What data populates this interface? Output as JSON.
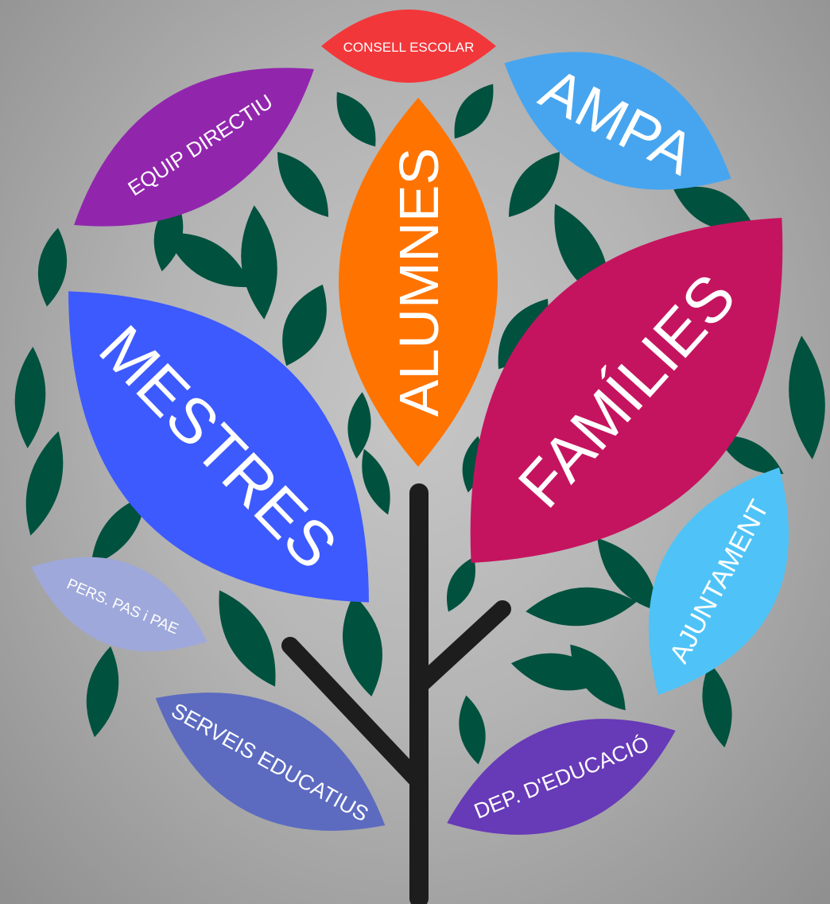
{
  "colors": {
    "small_leaf": "#00513e",
    "trunk": "#1d1d1d",
    "consell_escolar": "#f2373a",
    "equip_directiu": "#9126ad",
    "ampa": "#47a5ef",
    "alumnes": "#ff7300",
    "mestres": "#3d5afe",
    "families": "#c5145f",
    "ajuntament": "#4fc3f7",
    "pers_pas_pae": "#9fa8da",
    "serveis_educatius": "#5c6bc0",
    "dep_educacio": "#673ab7"
  },
  "labels": {
    "consell_escolar": "CONSELL ESCOLAR",
    "equip_directiu": "EQUIP DIRECTIU",
    "ampa": "AMPA",
    "alumnes": "ALUMNES",
    "mestres": "MESTRES",
    "families": "FAMÍLIES",
    "ajuntament": "AJUNTAMENT",
    "pers_pas_pae": "PERS. PAS i PAE",
    "serveis_educatius": "SERVEIS EDUCATIUS",
    "dep_educacio": "DEP. D'EDUCACIÓ"
  }
}
